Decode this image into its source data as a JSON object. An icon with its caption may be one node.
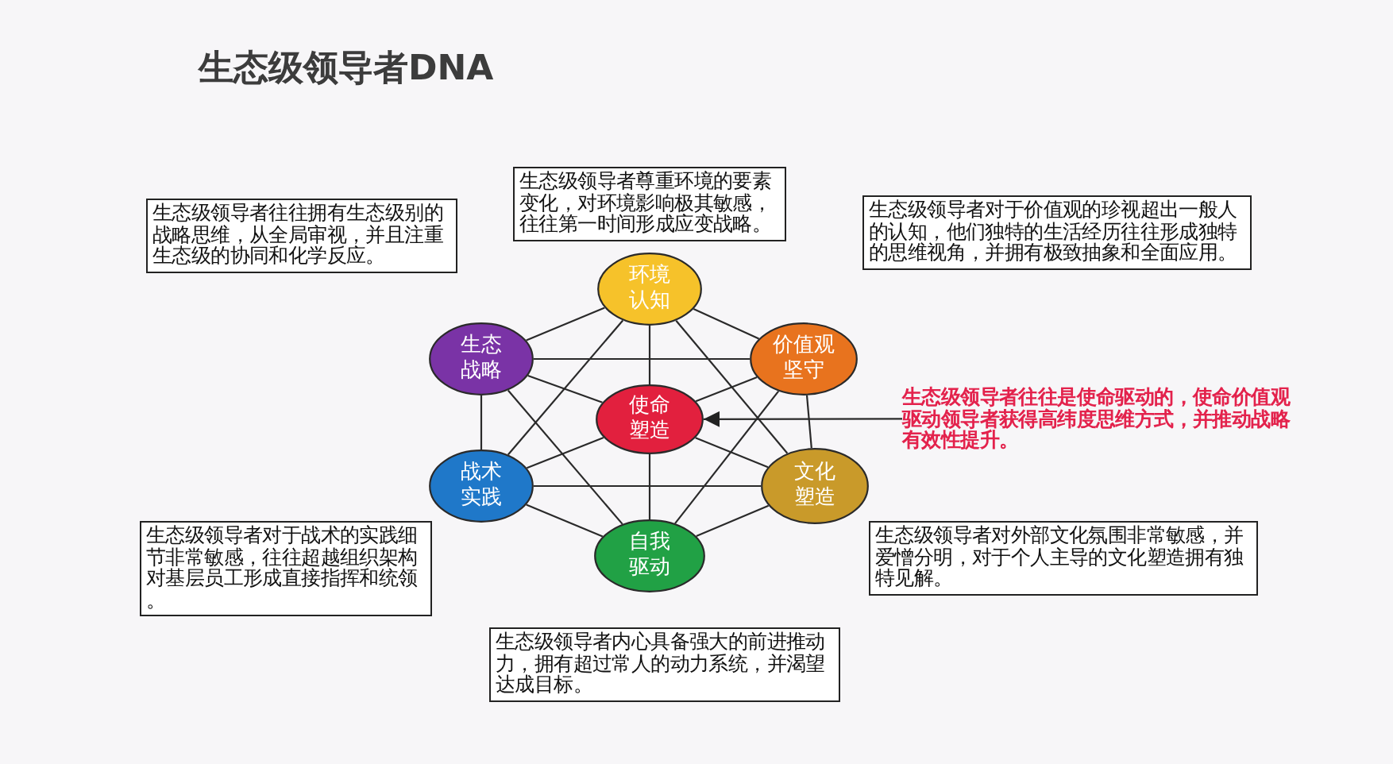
{
  "diagram": {
    "title": "生态级领导者DNA",
    "nodes": [
      {
        "text": [
          "生态级领导者尊重环境的要素变化，对环境影响极其敏感，往往第一时间形成应变战略。"
        ]
      },
      {
        "text": [
          "生态级领导者往往拥有生态级别的战略思维，从全局审视，并且注重生态级的协同和化学反应。"
        ]
      },
      {
        "text": [
          "生态级领导者对于价值观的珍视超出一般人的认知，他们独特的生活经历往往形成独特的思维视角，并拥有极致抽象和全面应用。"
        ]
      },
      {
        "text": [
          "环境认知"
        ]
      },
      {
        "text": [
          "生态战略"
        ]
      },
      {
        "text": [
          "价值观坚守"
        ]
      },
      {
        "text": [
          "使命塑造"
        ]
      },
      {
        "text": [
          "生态级领导者往往是使命驱动的，使命价值观驱动领导者获得高纬度思维方式，并推动战略有效性提升。"
        ]
      },
      {
        "text": [
          "战术实践"
        ]
      },
      {
        "text": [
          "文化塑造"
        ]
      },
      {
        "text": [
          "生态级领导者对于战术的实践细节非常敏感，往往超越组织架构对基层员工形成直接指挥和统领。"
        ]
      },
      {
        "text": [
          "生态级领导者对外部文化氛围非常敏感，并爱憎分明，对于个人主导的文化塑造拥有独特见解。"
        ]
      },
      {
        "text": [
          "自我驱动"
        ]
      },
      {
        "text": [
          "生态级领导者内心具备强大的前进推动力，拥有超过常人的动力系统，并渴望达成目标。"
        ]
      }
    ],
    "edges": [
      {
        "from": 3,
        "to": 5,
        "arrow": "none"
      },
      {
        "from": 5,
        "to": 9,
        "arrow": "none"
      },
      {
        "from": 9,
        "to": 12,
        "arrow": "none"
      },
      {
        "from": 12,
        "to": 8,
        "arrow": "none"
      },
      {
        "from": 8,
        "to": 4,
        "arrow": "none"
      },
      {
        "from": 4,
        "to": 3,
        "arrow": "none"
      },
      {
        "from": 3,
        "to": 9,
        "arrow": "none"
      },
      {
        "from": 3,
        "to": 8,
        "arrow": "none"
      },
      {
        "from": 4,
        "to": 5,
        "arrow": "none"
      },
      {
        "from": 8,
        "to": 9,
        "arrow": "none"
      },
      {
        "from": 4,
        "to": 12,
        "arrow": "none"
      },
      {
        "from": 5,
        "to": 12,
        "arrow": "none"
      },
      {
        "from": 6,
        "to": 3,
        "arrow": "none"
      },
      {
        "from": 6,
        "to": 4,
        "arrow": "none"
      },
      {
        "from": 6,
        "to": 5,
        "arrow": "none"
      },
      {
        "from": 6,
        "to": 8,
        "arrow": "none"
      },
      {
        "from": 6,
        "to": 9,
        "arrow": "none"
      },
      {
        "from": 6,
        "to": 12,
        "arrow": "none"
      },
      {
        "from": 7,
        "to": 6,
        "arrow": "to"
      }
    ]
  }
}
